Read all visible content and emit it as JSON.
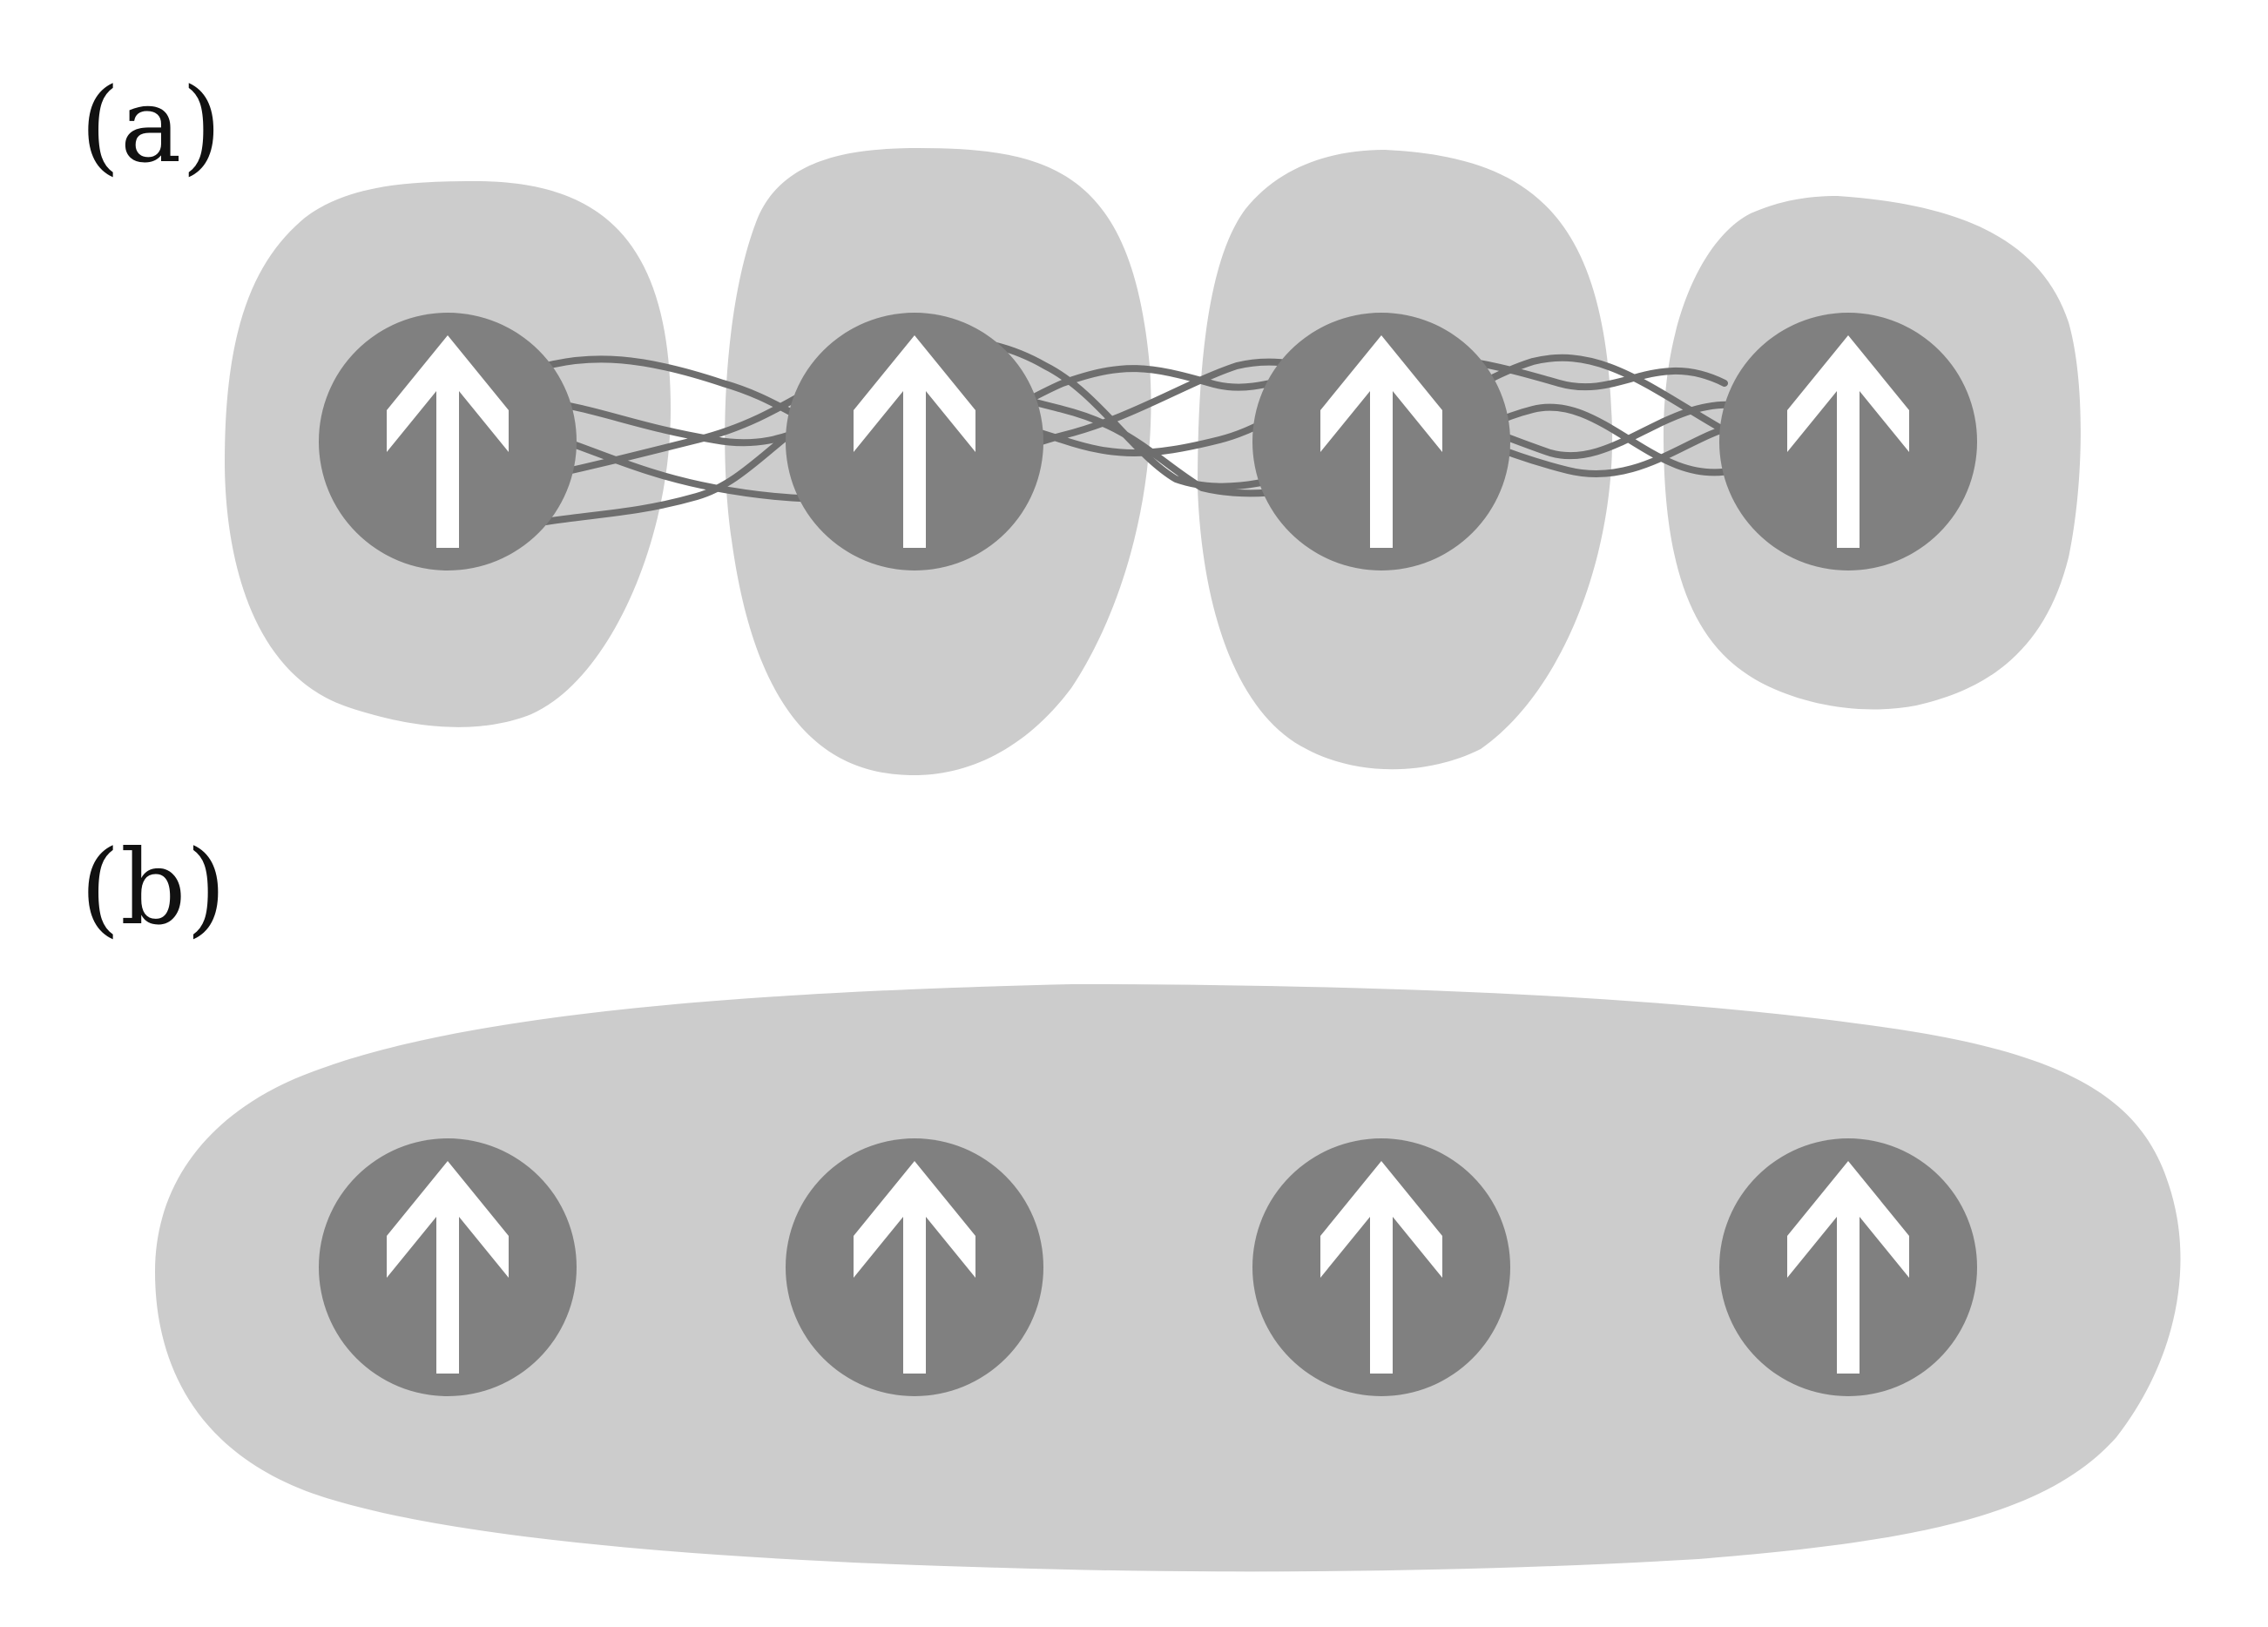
{
  "panels": [
    {
      "label": "(a)",
      "sites": 4,
      "spin": "up",
      "bonds": "localized"
    },
    {
      "label": "(b)",
      "sites": 4,
      "spin": "up",
      "bonds": "delocalized"
    }
  ],
  "colors": {
    "background": "#ffffff",
    "cloud": "#cccccc",
    "atom": "#808080",
    "arrow": "#ffffff",
    "wire": "#6e6e6e",
    "label": "#111111"
  },
  "icons": {
    "spin": "up-arrow-icon"
  }
}
